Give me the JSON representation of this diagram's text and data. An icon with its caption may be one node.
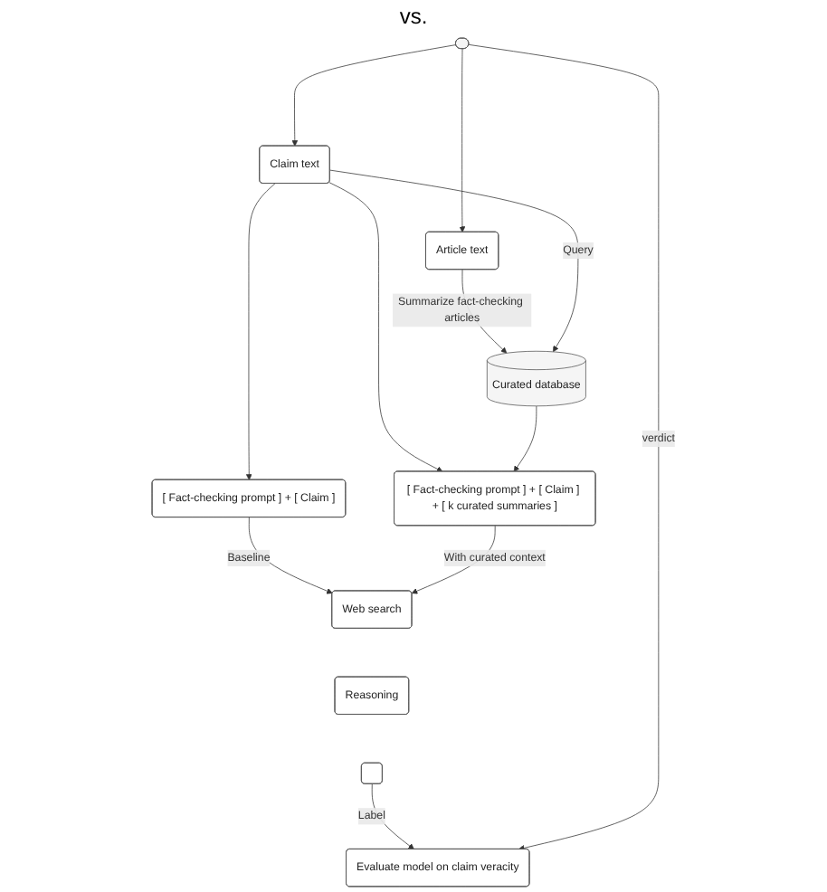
{
  "diagram": {
    "nodes": [
      {
        "text": [],
        "shape": "pill"
      },
      {
        "text": [
          "Article text"
        ]
      },
      {
        "text": [
          "Claim text"
        ]
      },
      {
        "text": [
          "Curated database"
        ]
      },
      {
        "text": [
          "[ Fact-checking prompt ] + [ Claim ]"
        ]
      },
      {
        "text": [
          "[ Fact-checking prompt ] + [ Claim ] + [ k curated summaries ]"
        ]
      },
      {
        "text": [
          "Web search"
        ]
      },
      {
        "text": [
          "Reasoning"
        ]
      },
      {
        "text": [],
        "shape": "box"
      },
      {
        "text": [
          "Evaluate model on claim veracity"
        ]
      }
    ],
    "edges": [
      {
        "from": 0,
        "to": 1,
        "arrow": "to"
      },
      {
        "from": 0,
        "to": 2,
        "arrow": "to"
      },
      {
        "from": 1,
        "to": 3,
        "arrow": "to",
        "label": "Summarize fact-checking articles"
      },
      {
        "from": 2,
        "to": 3,
        "arrow": "to",
        "label": "Query"
      },
      {
        "from": 2,
        "to": 4,
        "arrow": "to"
      },
      {
        "from": 2,
        "to": 5,
        "arrow": "to"
      },
      {
        "from": 3,
        "to": 5,
        "arrow": "to"
      },
      {
        "from": 4,
        "to": 6,
        "arrow": "to",
        "label": "Baseline"
      },
      {
        "from": 5,
        "to": 6,
        "arrow": "to",
        "label": "With curated context"
      },
      {
        "from": 8,
        "to": 9,
        "arrow": "to",
        "label": "Label"
      },
      {
        "from": 0,
        "to": 9,
        "arrow": "to",
        "label": "verdict"
      }
    ],
    "labels": [
      "vs."
    ]
  }
}
